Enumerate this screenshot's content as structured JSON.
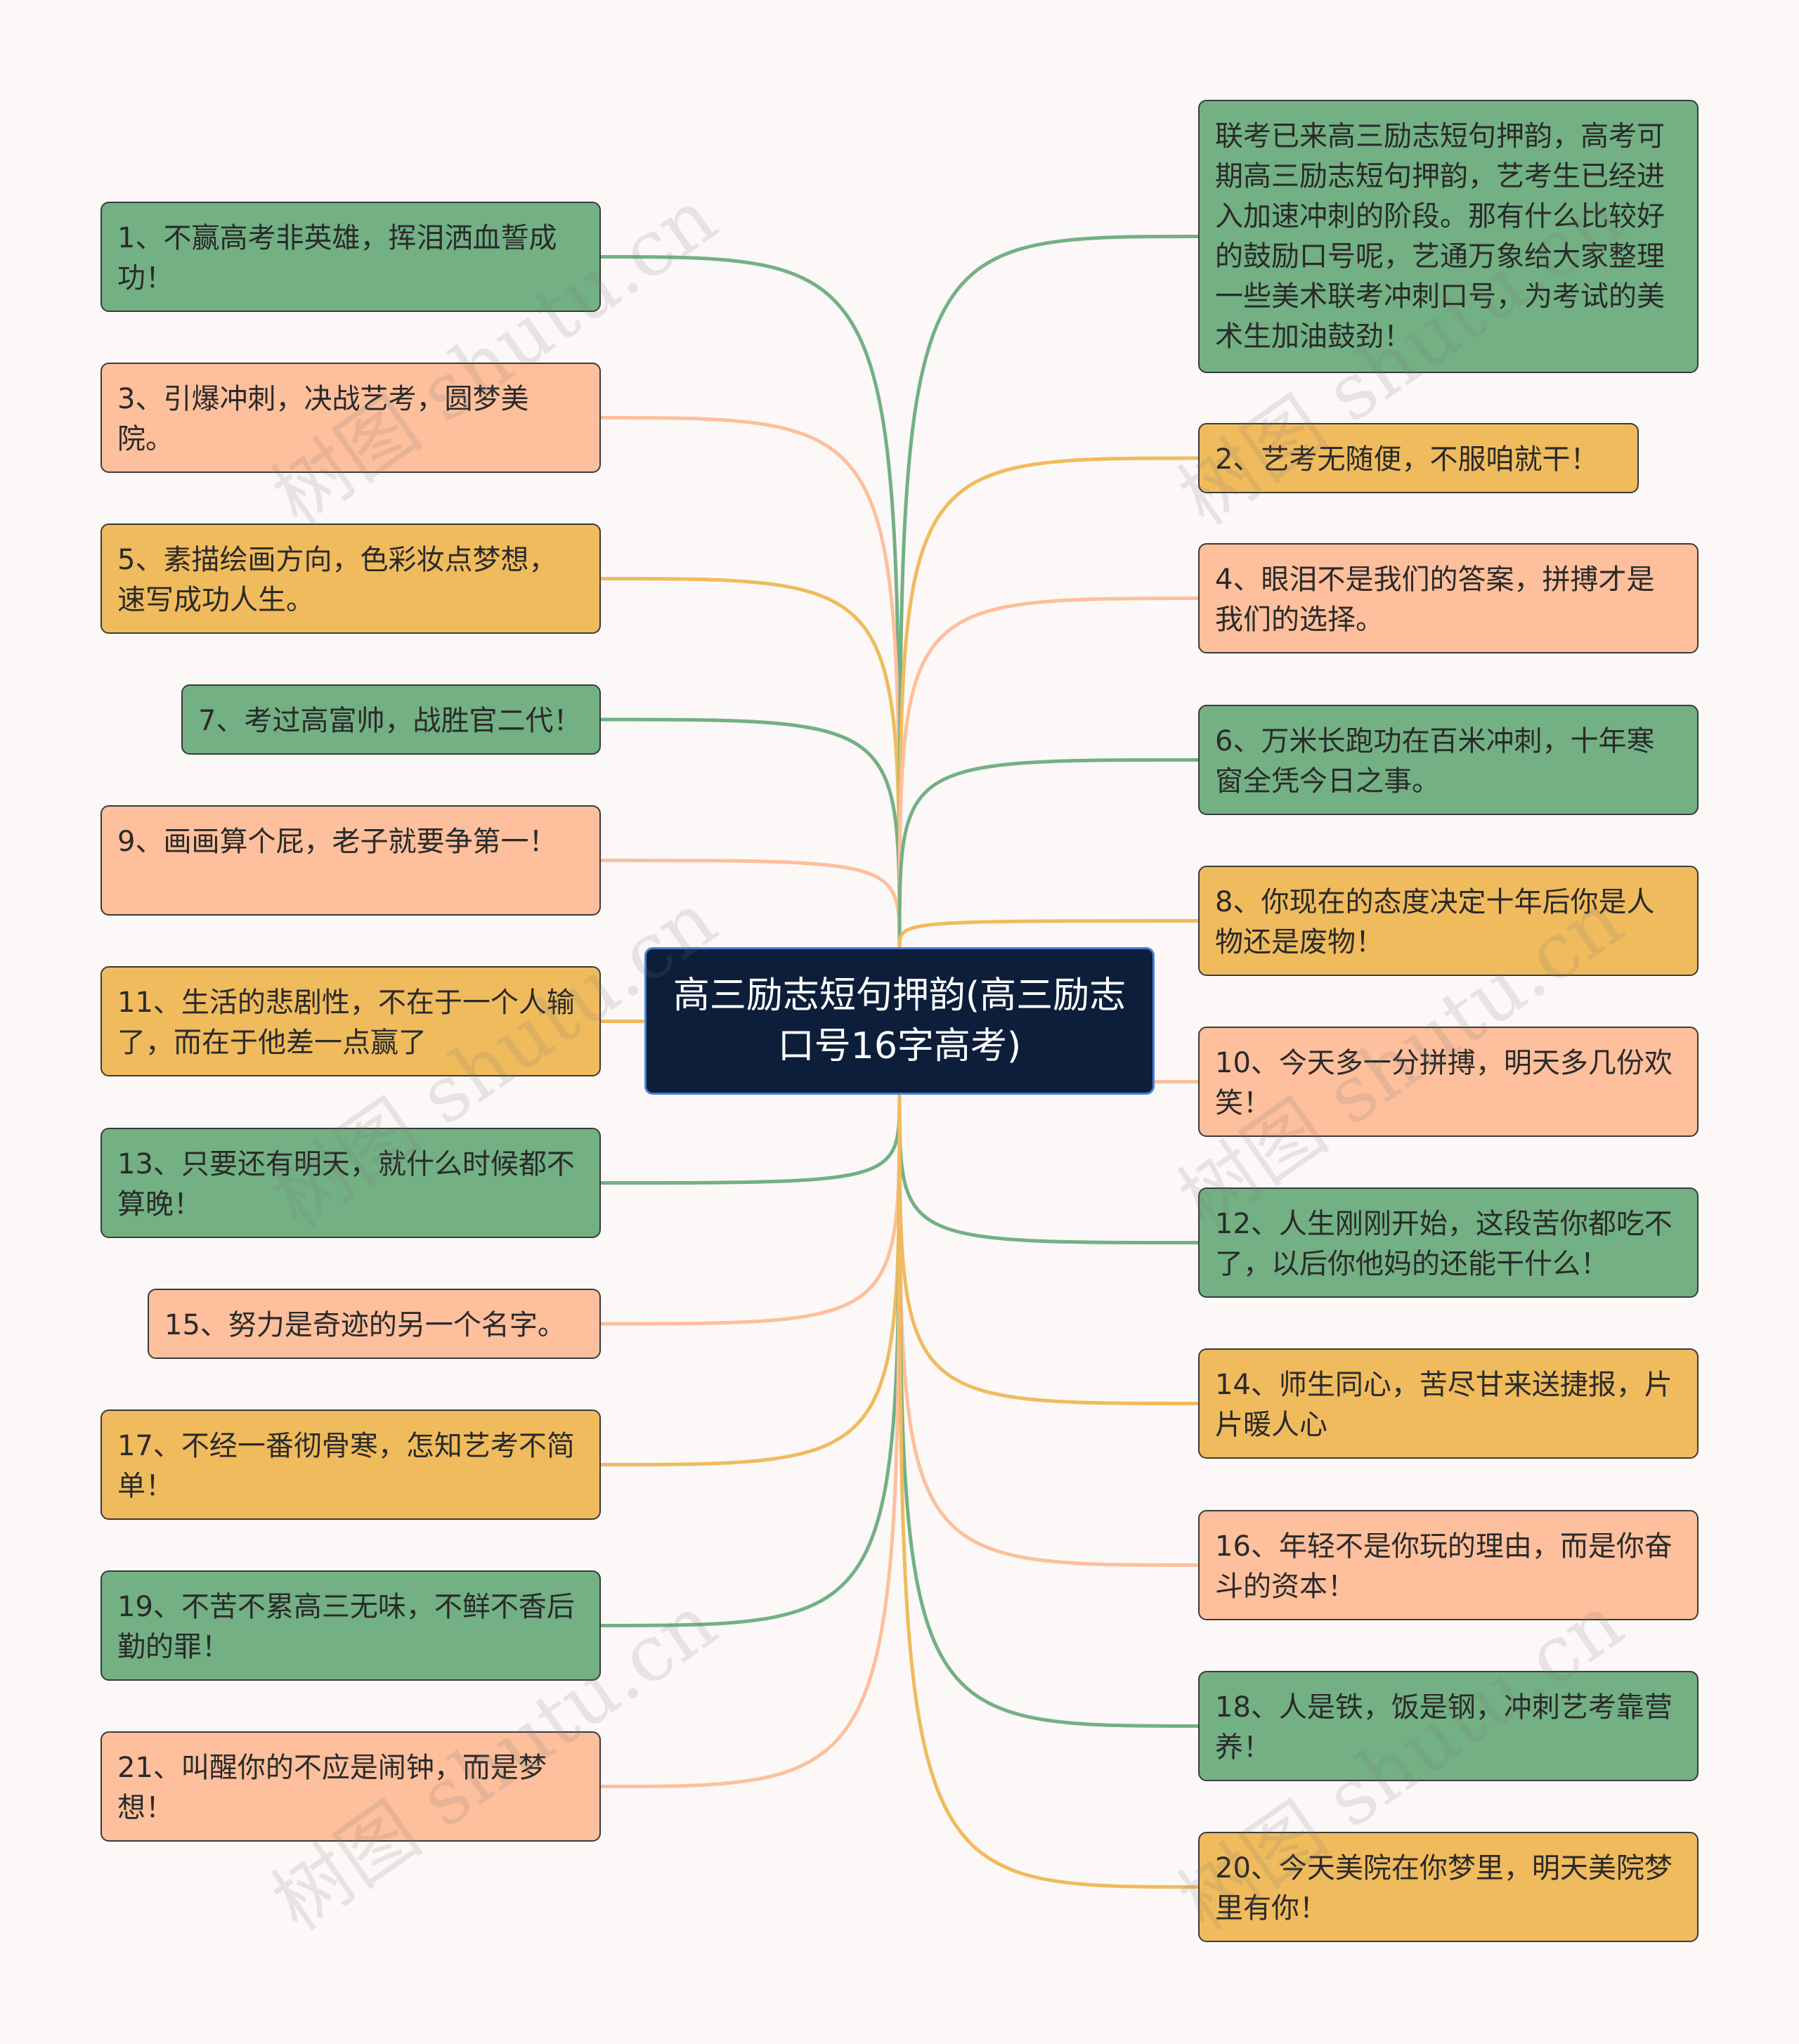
{
  "root": {
    "text": "高三励志短句押韵(高三励志口号16字高考)"
  },
  "colors": {
    "green": "#73b084",
    "salmon": "#fdbf9c",
    "orange": "#f0bb5d",
    "root_bg": "#0c1e3a",
    "root_border": "#4a7ed6"
  },
  "watermark": "树图 shutu.cn",
  "left_nodes": [
    {
      "text": "1、不赢高考非英雄，挥泪洒血誓成功！",
      "color": "green"
    },
    {
      "text": "3、引爆冲刺，决战艺考，圆梦美院。",
      "color": "salmon"
    },
    {
      "text": "5、素描绘画方向，色彩妆点梦想，速写成功人生。",
      "color": "orange"
    },
    {
      "text": "7、考过高富帅，战胜官二代！",
      "color": "green"
    },
    {
      "text": "9、画画算个屁，老子就要争第一！",
      "color": "salmon"
    },
    {
      "text": "11、生活的悲剧性，不在于一个人输了，而在于他差一点赢了",
      "color": "orange"
    },
    {
      "text": "13、只要还有明天，就什么时候都不算晚！",
      "color": "green"
    },
    {
      "text": "15、努力是奇迹的另一个名字。",
      "color": "salmon"
    },
    {
      "text": "17、不经一番彻骨寒，怎知艺考不简单！",
      "color": "orange"
    },
    {
      "text": "19、不苦不累高三无味，不鲜不香后勤的罪！",
      "color": "green"
    },
    {
      "text": "21、叫醒你的不应是闹钟，而是梦想！",
      "color": "salmon"
    }
  ],
  "right_nodes": [
    {
      "text": "联考已来高三励志短句押韵，高考可期高三励志短句押韵，艺考生已经进入加速冲刺的阶段。那有什么比较好的鼓励口号呢，艺通万象给大家整理一些美术联考冲刺口号，为考试的美术生加油鼓劲！",
      "color": "green"
    },
    {
      "text": "2、艺考无随便，不服咱就干！",
      "color": "orange"
    },
    {
      "text": "4、眼泪不是我们的答案，拼搏才是我们的选择。",
      "color": "salmon"
    },
    {
      "text": "6、万米长跑功在百米冲刺，十年寒窗全凭今日之事。",
      "color": "green"
    },
    {
      "text": "8、你现在的态度决定十年后你是人物还是废物！",
      "color": "orange"
    },
    {
      "text": "10、今天多一分拼搏，明天多几份欢笑！",
      "color": "salmon"
    },
    {
      "text": "12、人生刚刚开始，这段苦你都吃不了，以后你他妈的还能干什么！",
      "color": "green"
    },
    {
      "text": "14、师生同心，苦尽甘来送捷报，片片暖人心",
      "color": "orange"
    },
    {
      "text": "16、年轻不是你玩的理由，而是你奋斗的资本！",
      "color": "salmon"
    },
    {
      "text": "18、人是铁，饭是钢，冲刺艺考靠营养！",
      "color": "green"
    },
    {
      "text": "20、今天美院在你梦里，明天美院梦里有你！",
      "color": "orange"
    }
  ]
}
